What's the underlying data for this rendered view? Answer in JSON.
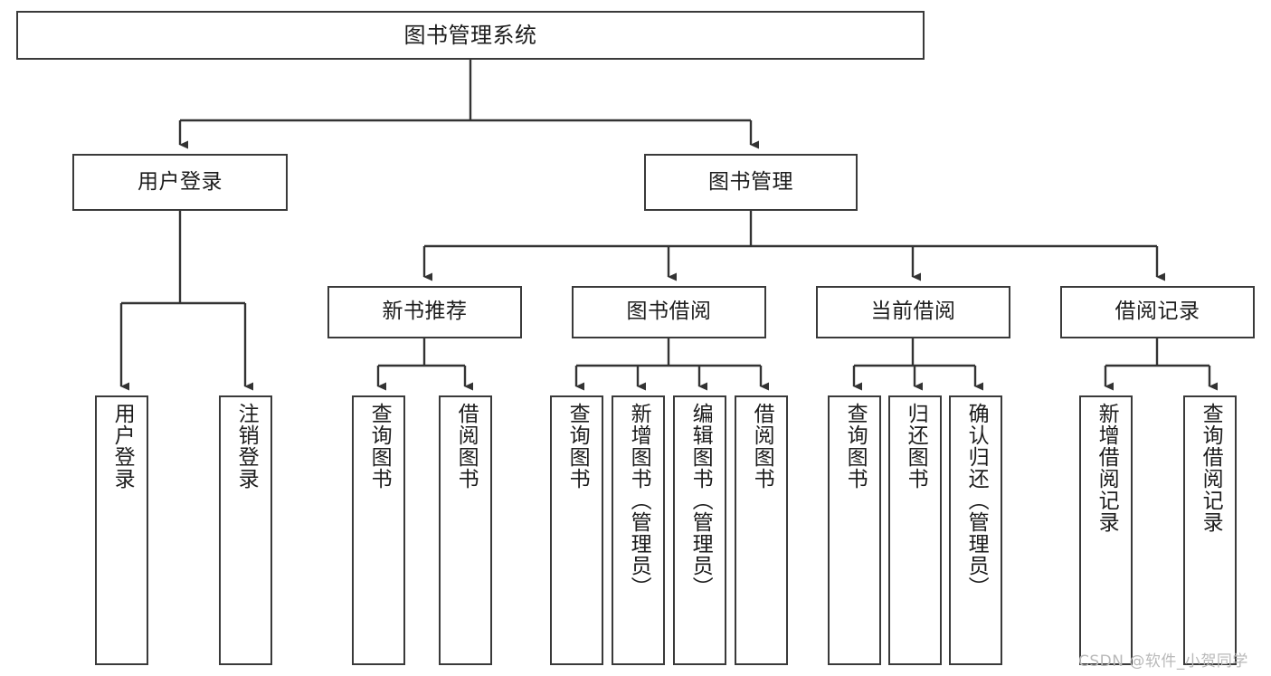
{
  "diagram": {
    "type": "tree-hierarchy",
    "title": "图书管理系统",
    "orientation": "top-down",
    "colors": {
      "box_border": "#3a3a3a",
      "box_fill": "#ffffff",
      "edge": "#333333",
      "text": "#1c1c1c",
      "watermark": "#b9b9b9",
      "background": "#ffffff"
    },
    "watermark": "CSDN @软件_小贺同学",
    "nodes": {
      "root": {
        "label": "图书管理系统"
      },
      "level2": [
        {
          "id": "user-login",
          "label": "用户登录"
        },
        {
          "id": "book-manage",
          "label": "图书管理"
        }
      ],
      "level3": [
        {
          "id": "new-book-recommend",
          "label": "新书推荐"
        },
        {
          "id": "book-borrow",
          "label": "图书借阅"
        },
        {
          "id": "current-borrow",
          "label": "当前借阅"
        },
        {
          "id": "borrow-record",
          "label": "借阅记录"
        }
      ],
      "leaves": {
        "user_login": [
          {
            "id": "leaf-user-login",
            "label": "用户登录"
          },
          {
            "id": "leaf-logout-login",
            "label": "注销登录"
          }
        ],
        "new_book_recommend": [
          {
            "id": "leaf-query-book-1",
            "label": "查询图书"
          },
          {
            "id": "leaf-borrow-book-1",
            "label": "借阅图书"
          }
        ],
        "book_borrow": [
          {
            "id": "leaf-query-book-2",
            "label": "查询图书"
          },
          {
            "id": "leaf-add-book",
            "label": "新增图书（管理员）"
          },
          {
            "id": "leaf-edit-book",
            "label": "编辑图书（管理员）"
          },
          {
            "id": "leaf-borrow-book-2",
            "label": "借阅图书"
          }
        ],
        "current_borrow": [
          {
            "id": "leaf-query-book-3",
            "label": "查询图书"
          },
          {
            "id": "leaf-return-book",
            "label": "归还图书"
          },
          {
            "id": "leaf-confirm-return",
            "label": "确认归还（管理员）"
          }
        ],
        "borrow_record": [
          {
            "id": "leaf-add-borrow-record",
            "label": "新增借阅记录"
          },
          {
            "id": "leaf-query-borrow-record",
            "label": "查询借阅记录"
          }
        ]
      }
    }
  }
}
